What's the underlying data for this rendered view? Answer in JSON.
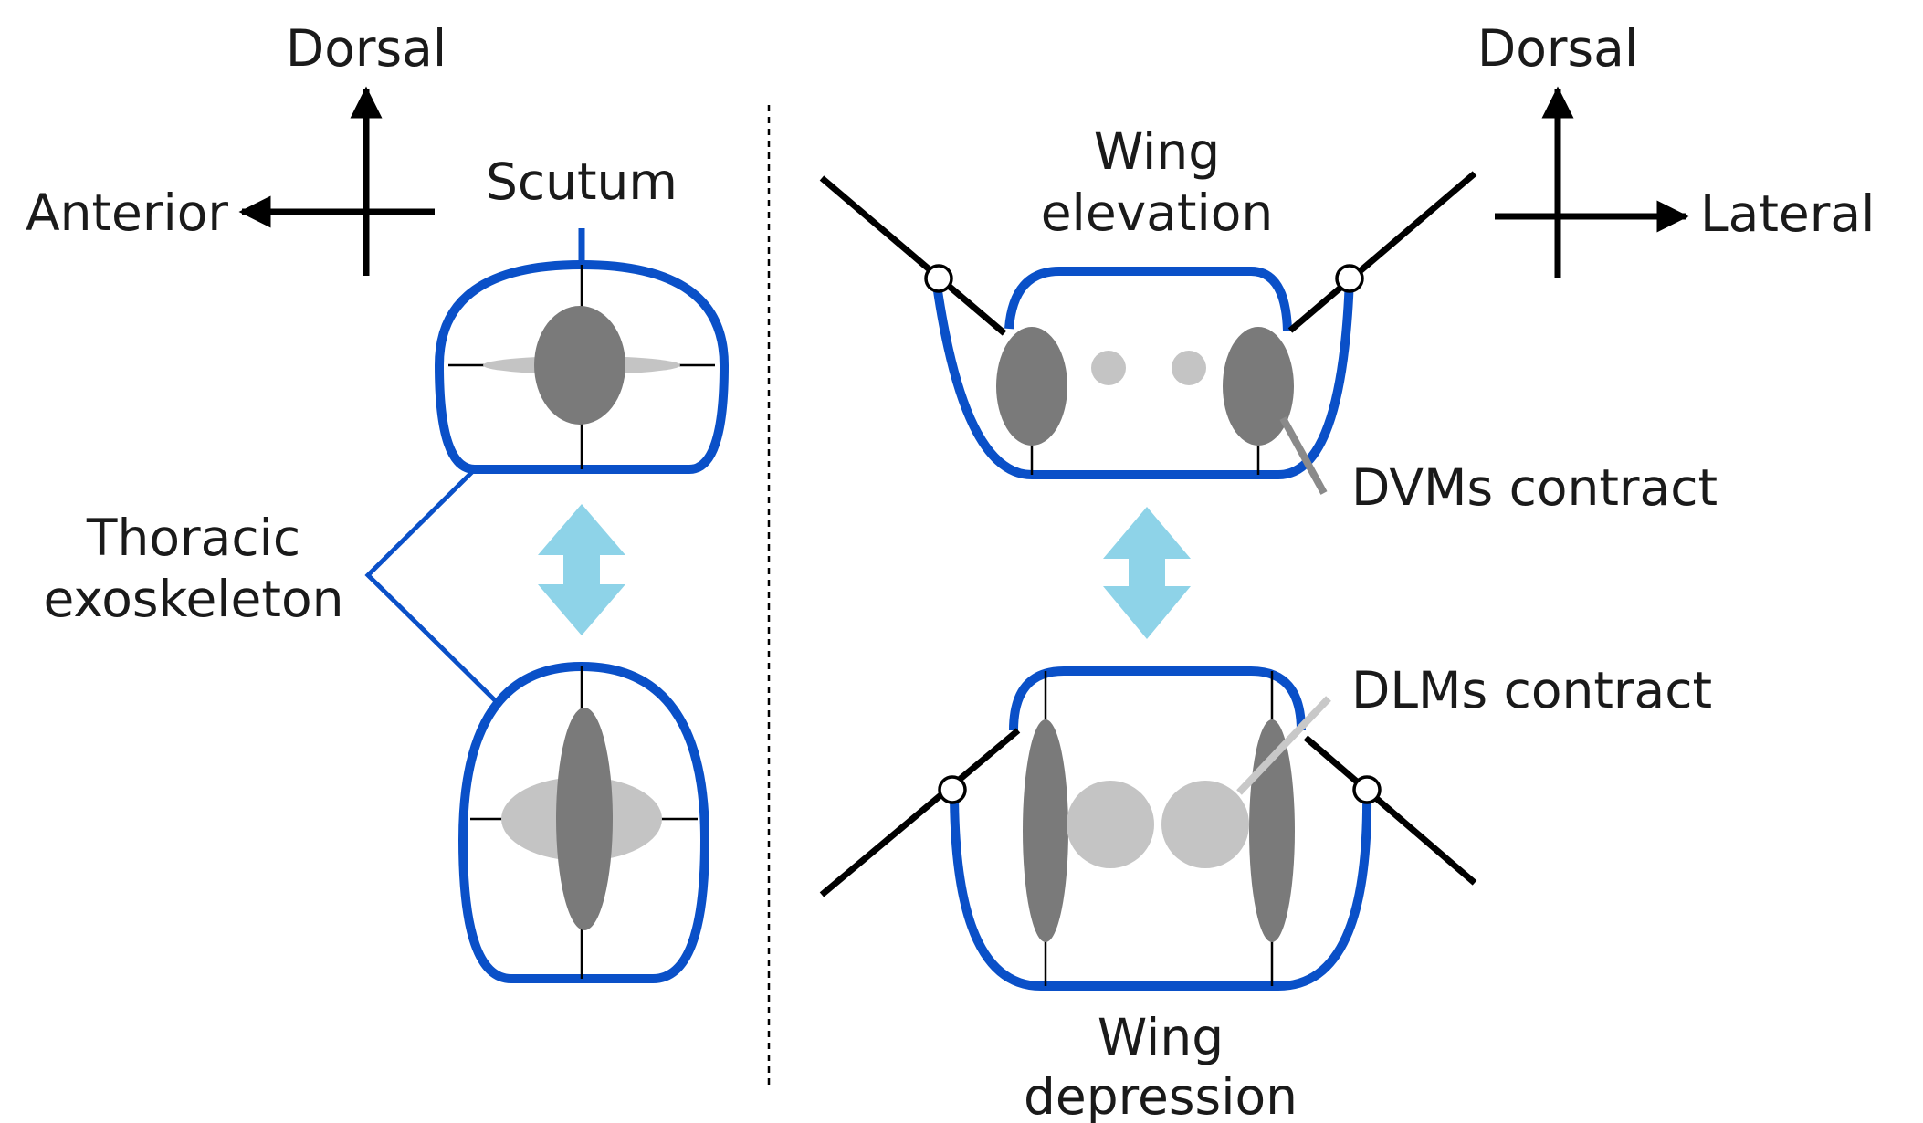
{
  "axes": {
    "left_vertical": "Dorsal",
    "left_horizontal": "Anterior",
    "right_vertical": "Dorsal",
    "right_horizontal": "Lateral"
  },
  "labels": {
    "scutum": "Scutum",
    "thoracic_line1": "Thoracic",
    "thoracic_line2": "exoskeleton",
    "wing_elevation_line1": "Wing",
    "wing_elevation_line2": "elevation",
    "dvms": "DVMs contract",
    "dlms": "DLMs contract",
    "wing_depression_line1": "Wing",
    "wing_depression_line2": "depression"
  },
  "colors": {
    "exoskeleton": "#0a50c8",
    "muscle_dark": "#7a7a7a",
    "muscle_light": "#c4c4c4",
    "arrow": "#8ed3e8",
    "ink": "#000000"
  }
}
